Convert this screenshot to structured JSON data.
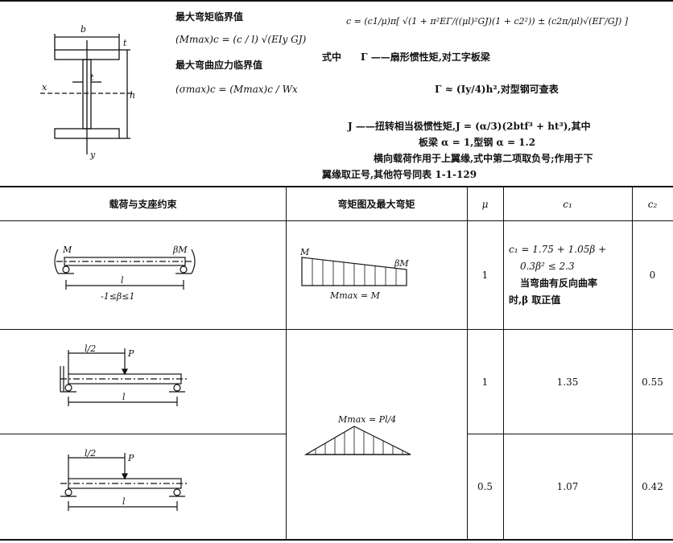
{
  "section": {
    "figure_labels": {
      "b": "b",
      "tf": "t",
      "t": "t",
      "x": "x",
      "y": "y",
      "h": "h"
    },
    "mmax_title": "最大弯矩临界值",
    "mmax_formula": "(Mmax)c = (c / l) √(EIy GJ)",
    "sigma_title": "最大弯曲应力临界值",
    "sigma_formula": "(σmax)c = (Mmax)c / Wx",
    "c_formula": "c = (c1/μ)π[ √(1 + π²EΓ/((μl)²GJ)(1 + c2²)) ± (c2π/μl)√(EΓ/GJ) ]",
    "where_label": "式中",
    "gamma_def": "Γ ——扇形惯性矩,对工字板梁",
    "gamma_formula": "Γ ≈ (Iy/4)h²,对型钢可查表",
    "j_def": "J ——扭转相当极惯性矩,J = (α/3)(2btf³ + ht³),其中",
    "alpha_note": "板梁 α = 1,型钢 α = 1.2",
    "load_note_1": "横向载荷作用于上翼缘,式中第二项取负号;作用于下",
    "load_note_2": "翼缘取正号,其他符号同表 1-1-129"
  },
  "table": {
    "headers": [
      "载荷与支座约束",
      "弯矩图及最大弯矩",
      "μ",
      "c₁",
      "c₂"
    ],
    "rows": [
      {
        "load_labels": {
          "m_left": "M",
          "m_right": "βM",
          "span": "l",
          "range": "-1≤β≤1"
        },
        "moment_labels": {
          "m_left": "M",
          "m_right": "βM",
          "mmax": "Mmax = M"
        },
        "mu": "1",
        "c1_lines": [
          "c₁ = 1.75 + 1.05β +",
          "0.3β² ≤ 2.3",
          "当弯曲有反向曲率",
          "时,β 取正值"
        ],
        "c2": "0"
      },
      {
        "load_labels": {
          "half": "l/2",
          "p": "P",
          "span": "l"
        },
        "mu": "1",
        "c1": "1.35",
        "c2": "0.55"
      },
      {
        "load_labels": {
          "half": "l/2",
          "p": "P",
          "span": "l"
        },
        "mu": "0.5",
        "c1": "1.07",
        "c2": "0.42"
      }
    ],
    "shared_moment_label": "Mmax = Pl/4"
  }
}
